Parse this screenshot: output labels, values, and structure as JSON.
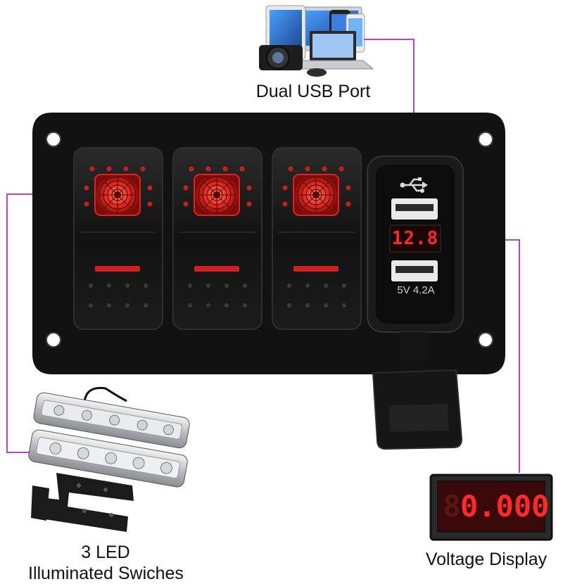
{
  "labels": {
    "usb_port": "Dual USB Port",
    "switches_line1": "3 LED",
    "switches_line2": "Illuminated Swiches",
    "voltage": "Voltage Display"
  },
  "usb_panel": {
    "display_reading": "12.8",
    "rating_text": "5V 4.2A",
    "usb_symbol": "usb-icon"
  },
  "voltage_meter": {
    "reading": "0.000",
    "ghost_digit": "8"
  },
  "switches": [
    {
      "name": "rocker-switch-1",
      "led_color": "#e32020"
    },
    {
      "name": "rocker-switch-2",
      "led_color": "#e32020"
    },
    {
      "name": "rocker-switch-3",
      "led_color": "#e32020"
    }
  ],
  "colors": {
    "callout_line": "#c040c8",
    "led_red": "#ff2020",
    "panel": "#121212"
  }
}
